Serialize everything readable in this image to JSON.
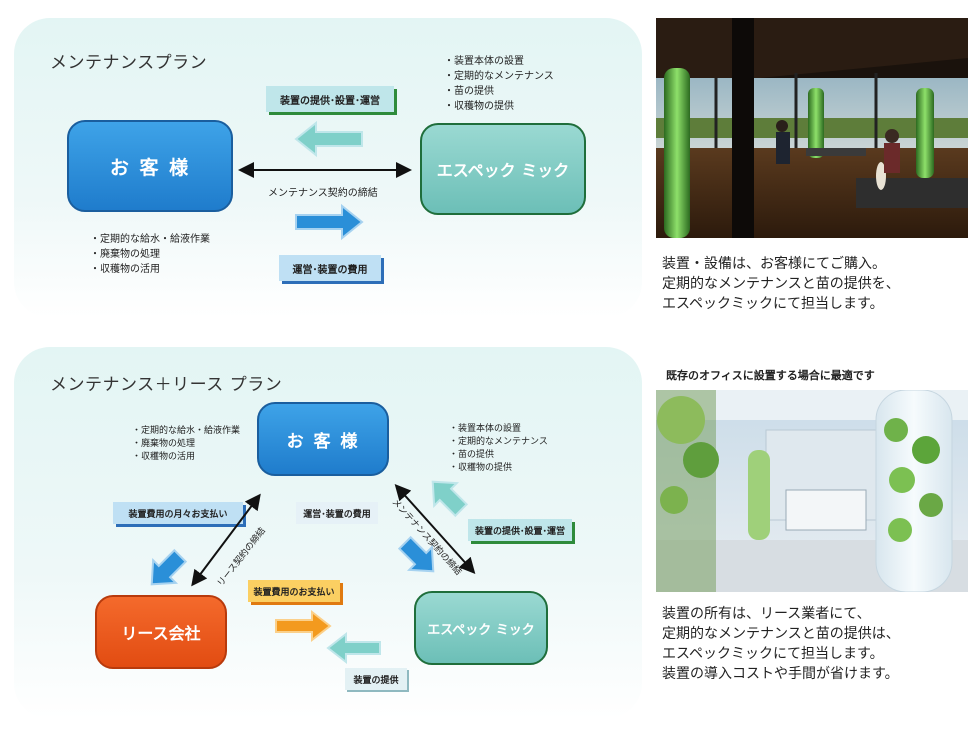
{
  "plan1": {
    "title": "メンテナンスプラン",
    "customer_label": "お 客 様",
    "espec_label": "エスペック ミック",
    "supply_label": "装置の提供･設置･運営",
    "contract_label": "メンテナンス契約の締結",
    "fee_label": "運営･装置の費用",
    "espec_duties": [
      "・装置本体の設置",
      "・定期的なメンテナンス",
      "・苗の提供",
      "・収穫物の提供"
    ],
    "customer_duties": [
      "・定期的な給水・給液作業",
      "・廃棄物の処理",
      "・収穫物の活用"
    ],
    "caption": [
      "装置・設備は、お客様にてご購入。",
      "定期的なメンテナンスと苗の提供を、",
      "エスペックミックにて担当します。"
    ]
  },
  "plan2": {
    "title": "メンテナンス＋リース プラン",
    "note": "既存のオフィスに設置する場合に最適です",
    "customer_label": "お 客 様",
    "lease_label": "リース会社",
    "espec_label": "エスペック ミック",
    "customer_duties": [
      "・定期的な給水・給液作業",
      "・廃棄物の処理",
      "・収穫物の活用"
    ],
    "espec_duties": [
      "・装置本体の設置",
      "・定期的なメンテナンス",
      "・苗の提供",
      "・収穫物の提供"
    ],
    "monthly_label": "装置費用の月々お支払い",
    "lease_contract_label": "リース契約の締結",
    "fee_label": "運営･装置の費用",
    "maint_contract_label": "メンテナンス契約の締結",
    "supply_label": "装置の提供･設置･運営",
    "device_payment_label": "装置費用のお支払い",
    "device_supply_label": "装置の提供",
    "caption": [
      "装置の所有は、リース業者にて、",
      "定期的なメンテナンスと苗の提供は、",
      "エスペックミックにて担当します。",
      "装置の導入コストや手間が省けます。"
    ]
  },
  "colors": {
    "customer_blue": "#2d8fd9",
    "espec_teal": "#7ecbc4",
    "lease_orange": "#ee5a1e",
    "arrow_blue": "#2a8fd8",
    "arrow_teal": "#7fd0c9",
    "arrow_orange": "#f39a1e"
  }
}
